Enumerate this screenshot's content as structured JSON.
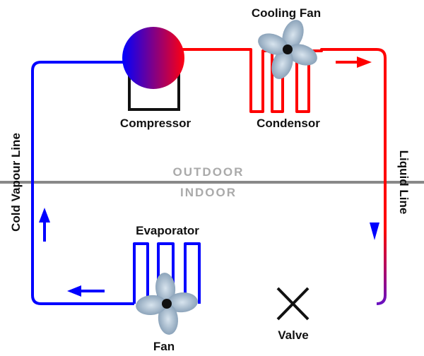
{
  "labels": {
    "cooling_fan": "Cooling Fan",
    "compressor": "Compressor",
    "condensor": "Condensor",
    "outdoor": "OUTDOOR",
    "indoor": "INDOOR",
    "evaporator": "Evaporator",
    "valve": "Valve",
    "fan": "Fan",
    "cold_vapour_line": "Cold Vapour Line",
    "liquid_line": "Liquid Line"
  },
  "colors": {
    "hot": "#ff0000",
    "cold": "#0000ff",
    "divider": "#888888",
    "zone_text": "#aaaaaa"
  }
}
